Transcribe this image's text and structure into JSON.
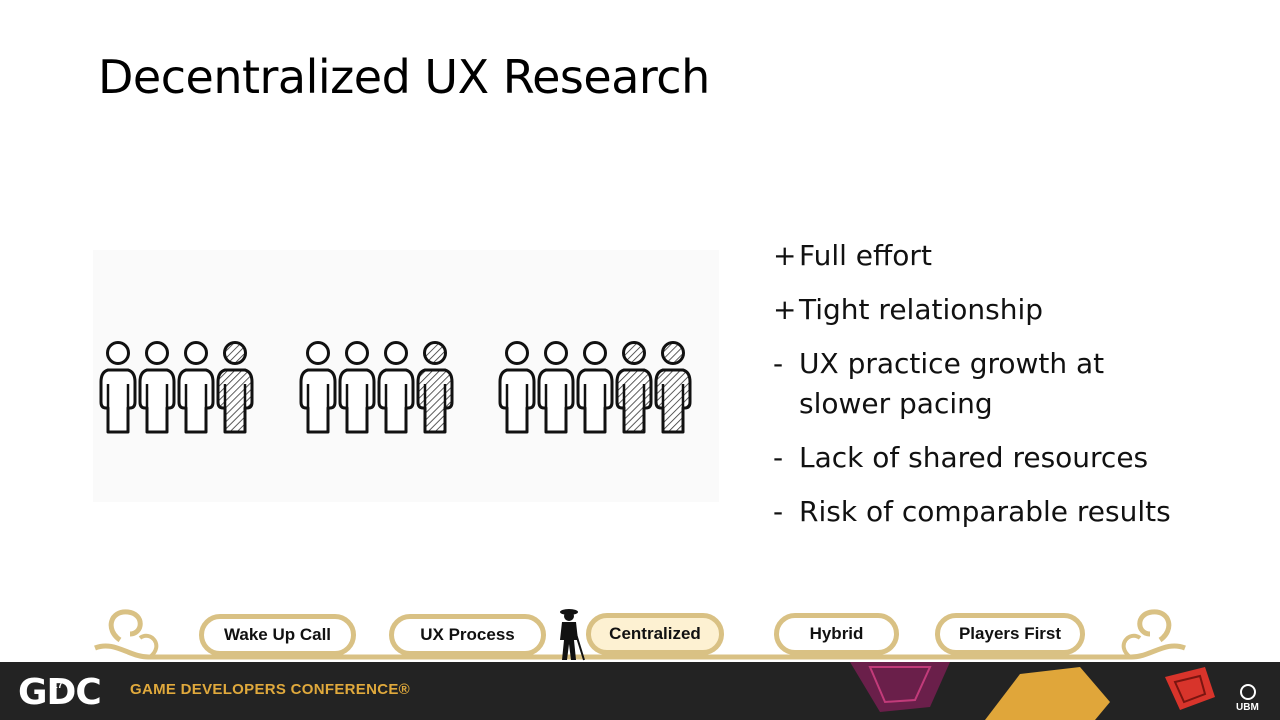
{
  "slide": {
    "title": "Decentralized UX Research"
  },
  "bullets": [
    {
      "mark": "+",
      "text": "Full effort"
    },
    {
      "mark": "+",
      "text": "Tight relationship"
    },
    {
      "mark": "-",
      "text": "UX practice growth at slower pacing"
    },
    {
      "mark": "-",
      "text": "Lack of shared resources"
    },
    {
      "mark": "-",
      "text": "Risk of comparable results"
    }
  ],
  "illustration": {
    "groups": [
      {
        "people": [
          "outline",
          "outline",
          "outline",
          "hatched"
        ]
      },
      {
        "people": [
          "outline",
          "outline",
          "outline",
          "hatched"
        ]
      },
      {
        "people": [
          "outline",
          "outline",
          "outline",
          "hatched",
          "hatched"
        ]
      }
    ]
  },
  "nav": {
    "items": [
      {
        "label": "Wake Up Call",
        "active": false
      },
      {
        "label": "UX Process",
        "active": false
      },
      {
        "label": "Centralized",
        "active": true
      },
      {
        "label": "Hybrid",
        "active": false
      },
      {
        "label": "Players First",
        "active": false
      }
    ],
    "accent_color": "#d9c184",
    "progress_marker_icon": "silhouette-figure-icon"
  },
  "footer": {
    "logo_text": "GDC",
    "logo_badge": "17",
    "conference_name": "GAME DEVELOPERS CONFERENCE®",
    "sponsor": "UBM",
    "background_color": "#232323",
    "accent_color": "#e0a93c"
  }
}
